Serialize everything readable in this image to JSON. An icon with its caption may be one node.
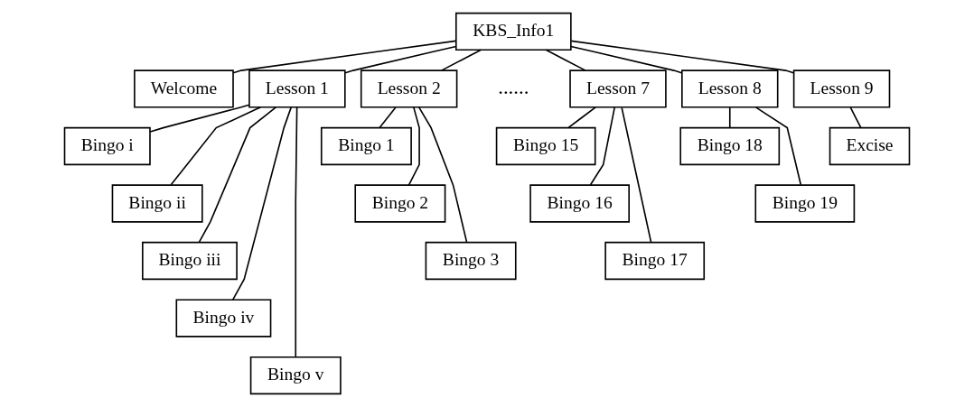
{
  "diagram": {
    "nodes": [
      {
        "text": [
          "KBS_Info1"
        ]
      },
      {
        "text": [
          "Welcome"
        ]
      },
      {
        "text": [
          "Lesson 1"
        ]
      },
      {
        "text": [
          "Lesson 2"
        ]
      },
      {
        "text": [
          "Lesson 7"
        ]
      },
      {
        "text": [
          "Lesson 8"
        ]
      },
      {
        "text": [
          "Lesson 9"
        ]
      },
      {
        "text": [
          "Bingo i"
        ]
      },
      {
        "text": [
          "Bingo ii"
        ]
      },
      {
        "text": [
          "Bingo iii"
        ]
      },
      {
        "text": [
          "Bingo iv"
        ]
      },
      {
        "text": [
          "Bingo v"
        ]
      },
      {
        "text": [
          "Bingo 1"
        ]
      },
      {
        "text": [
          "Bingo 2"
        ]
      },
      {
        "text": [
          "Bingo 3"
        ]
      },
      {
        "text": [
          "Bingo 15"
        ]
      },
      {
        "text": [
          "Bingo 16"
        ]
      },
      {
        "text": [
          "Bingo 17"
        ]
      },
      {
        "text": [
          "Bingo 18"
        ]
      },
      {
        "text": [
          "Bingo 19"
        ]
      },
      {
        "text": [
          "Excise"
        ]
      }
    ],
    "edges": [
      {
        "from": 0,
        "to": 1,
        "arrow": "none"
      },
      {
        "from": 0,
        "to": 2,
        "arrow": "none"
      },
      {
        "from": 0,
        "to": 3,
        "arrow": "none"
      },
      {
        "from": 0,
        "to": 4,
        "arrow": "none"
      },
      {
        "from": 0,
        "to": 5,
        "arrow": "none"
      },
      {
        "from": 0,
        "to": 6,
        "arrow": "none"
      },
      {
        "from": 2,
        "to": 7,
        "arrow": "none"
      },
      {
        "from": 2,
        "to": 8,
        "arrow": "none"
      },
      {
        "from": 2,
        "to": 9,
        "arrow": "none"
      },
      {
        "from": 2,
        "to": 10,
        "arrow": "none"
      },
      {
        "from": 2,
        "to": 11,
        "arrow": "none"
      },
      {
        "from": 3,
        "to": 12,
        "arrow": "none"
      },
      {
        "from": 3,
        "to": 13,
        "arrow": "none"
      },
      {
        "from": 3,
        "to": 14,
        "arrow": "none"
      },
      {
        "from": 4,
        "to": 15,
        "arrow": "none"
      },
      {
        "from": 4,
        "to": 16,
        "arrow": "none"
      },
      {
        "from": 4,
        "to": 17,
        "arrow": "none"
      },
      {
        "from": 5,
        "to": 18,
        "arrow": "none"
      },
      {
        "from": 5,
        "to": 19,
        "arrow": "none"
      },
      {
        "from": 6,
        "to": 20,
        "arrow": "none"
      }
    ],
    "labels": [
      "......"
    ]
  }
}
